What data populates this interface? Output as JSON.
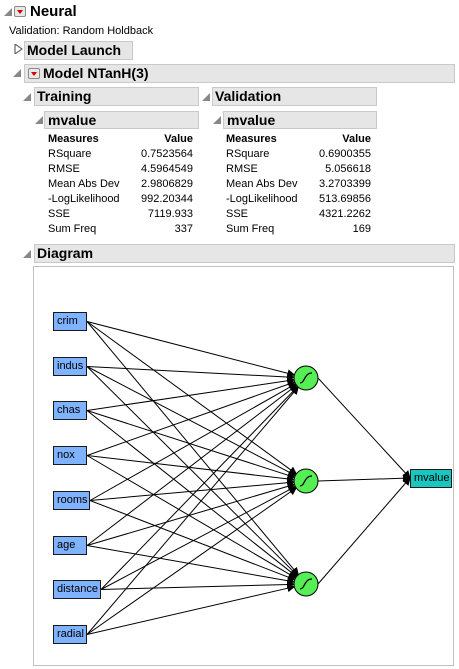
{
  "report": {
    "title": "Neural",
    "validation_text": "Validation: Random Holdback"
  },
  "model_launch": {
    "label": "Model Launch"
  },
  "model": {
    "title": "Model NTanH(3)"
  },
  "training": {
    "title": "Training",
    "response": "mvalue",
    "col_measures": "Measures",
    "col_value": "Value",
    "rows": [
      {
        "measure": "RSquare",
        "value": "0.7523564"
      },
      {
        "measure": "RMSE",
        "value": "4.5964549"
      },
      {
        "measure": "Mean Abs Dev",
        "value": "2.9806829"
      },
      {
        "measure": "-LogLikelihood",
        "value": "992.20344"
      },
      {
        "measure": "SSE",
        "value": "7119.933"
      },
      {
        "measure": "Sum Freq",
        "value": "337"
      }
    ]
  },
  "validation": {
    "title": "Validation",
    "response": "mvalue",
    "col_measures": "Measures",
    "col_value": "Value",
    "rows": [
      {
        "measure": "RSquare",
        "value": "0.6900355"
      },
      {
        "measure": "RMSE",
        "value": "5.056618"
      },
      {
        "measure": "Mean Abs Dev",
        "value": "3.2703399"
      },
      {
        "measure": "-LogLikelihood",
        "value": "513.69856"
      },
      {
        "measure": "SSE",
        "value": "4321.2262"
      },
      {
        "measure": "Sum Freq",
        "value": "169"
      }
    ]
  },
  "diagram": {
    "title": "Diagram",
    "inputs": [
      "crim",
      "indus",
      "chas",
      "nox",
      "rooms",
      "age",
      "distance",
      "radial"
    ],
    "hidden_count": 3,
    "hidden_activation_icon": "sigmoid-icon",
    "output": "mvalue",
    "colors": {
      "input_fill": "#7fb2ff",
      "hidden_fill": "#55ee55",
      "output_fill": "#19c6c0",
      "disclosure_arrow": "#d40000"
    }
  }
}
